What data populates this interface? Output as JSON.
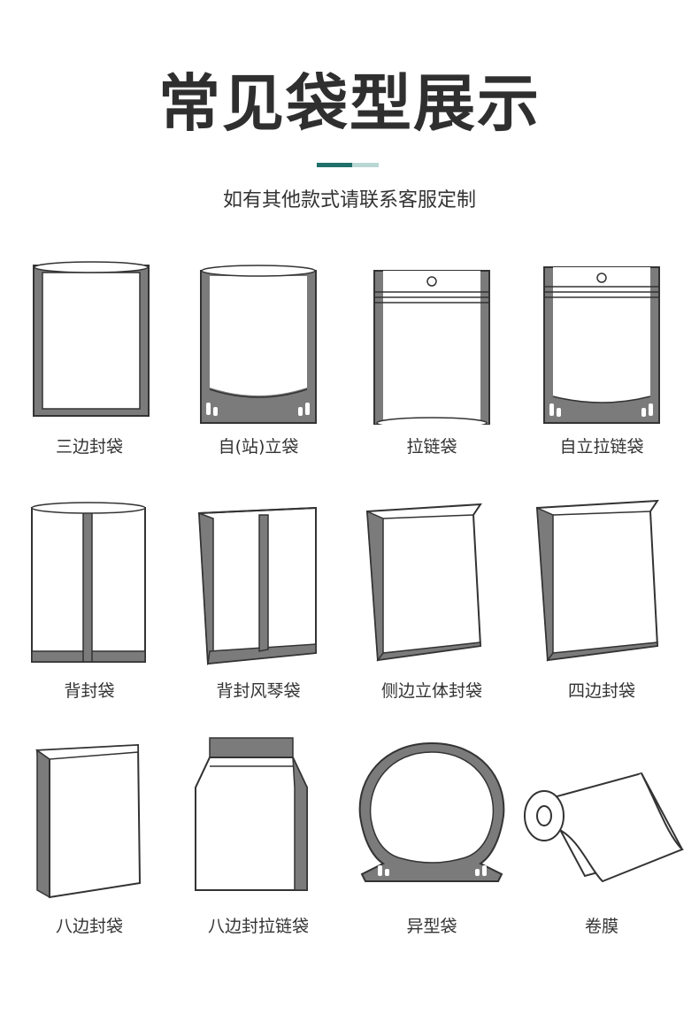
{
  "page": {
    "title": "常见袋型展示",
    "subtitle": "如有其他款式请联系客服定制"
  },
  "colors": {
    "title": "#2f2f2f",
    "accent_dark": "#1f6f6a",
    "accent_light": "#b9d7d5",
    "bag_seal": "#7b7b7b",
    "outline": "#333333"
  },
  "bags": [
    {
      "label": "三边封袋",
      "icon": "three-side-seal-bag-icon"
    },
    {
      "label": "自(站)立袋",
      "icon": "stand-up-pouch-icon"
    },
    {
      "label": "拉链袋",
      "icon": "zipper-bag-icon"
    },
    {
      "label": "自立拉链袋",
      "icon": "stand-up-zipper-bag-icon"
    },
    {
      "label": "背封袋",
      "icon": "back-seal-bag-icon"
    },
    {
      "label": "背封风琴袋",
      "icon": "back-seal-gusset-bag-icon"
    },
    {
      "label": "侧边立体封袋",
      "icon": "side-gusset-bag-icon"
    },
    {
      "label": "四边封袋",
      "icon": "four-side-seal-bag-icon"
    },
    {
      "label": "八边封袋",
      "icon": "eight-side-seal-bag-icon"
    },
    {
      "label": "八边封拉链袋",
      "icon": "eight-side-seal-zipper-bag-icon"
    },
    {
      "label": "异型袋",
      "icon": "shaped-bag-icon"
    },
    {
      "label": "卷膜",
      "icon": "roll-film-icon"
    }
  ]
}
